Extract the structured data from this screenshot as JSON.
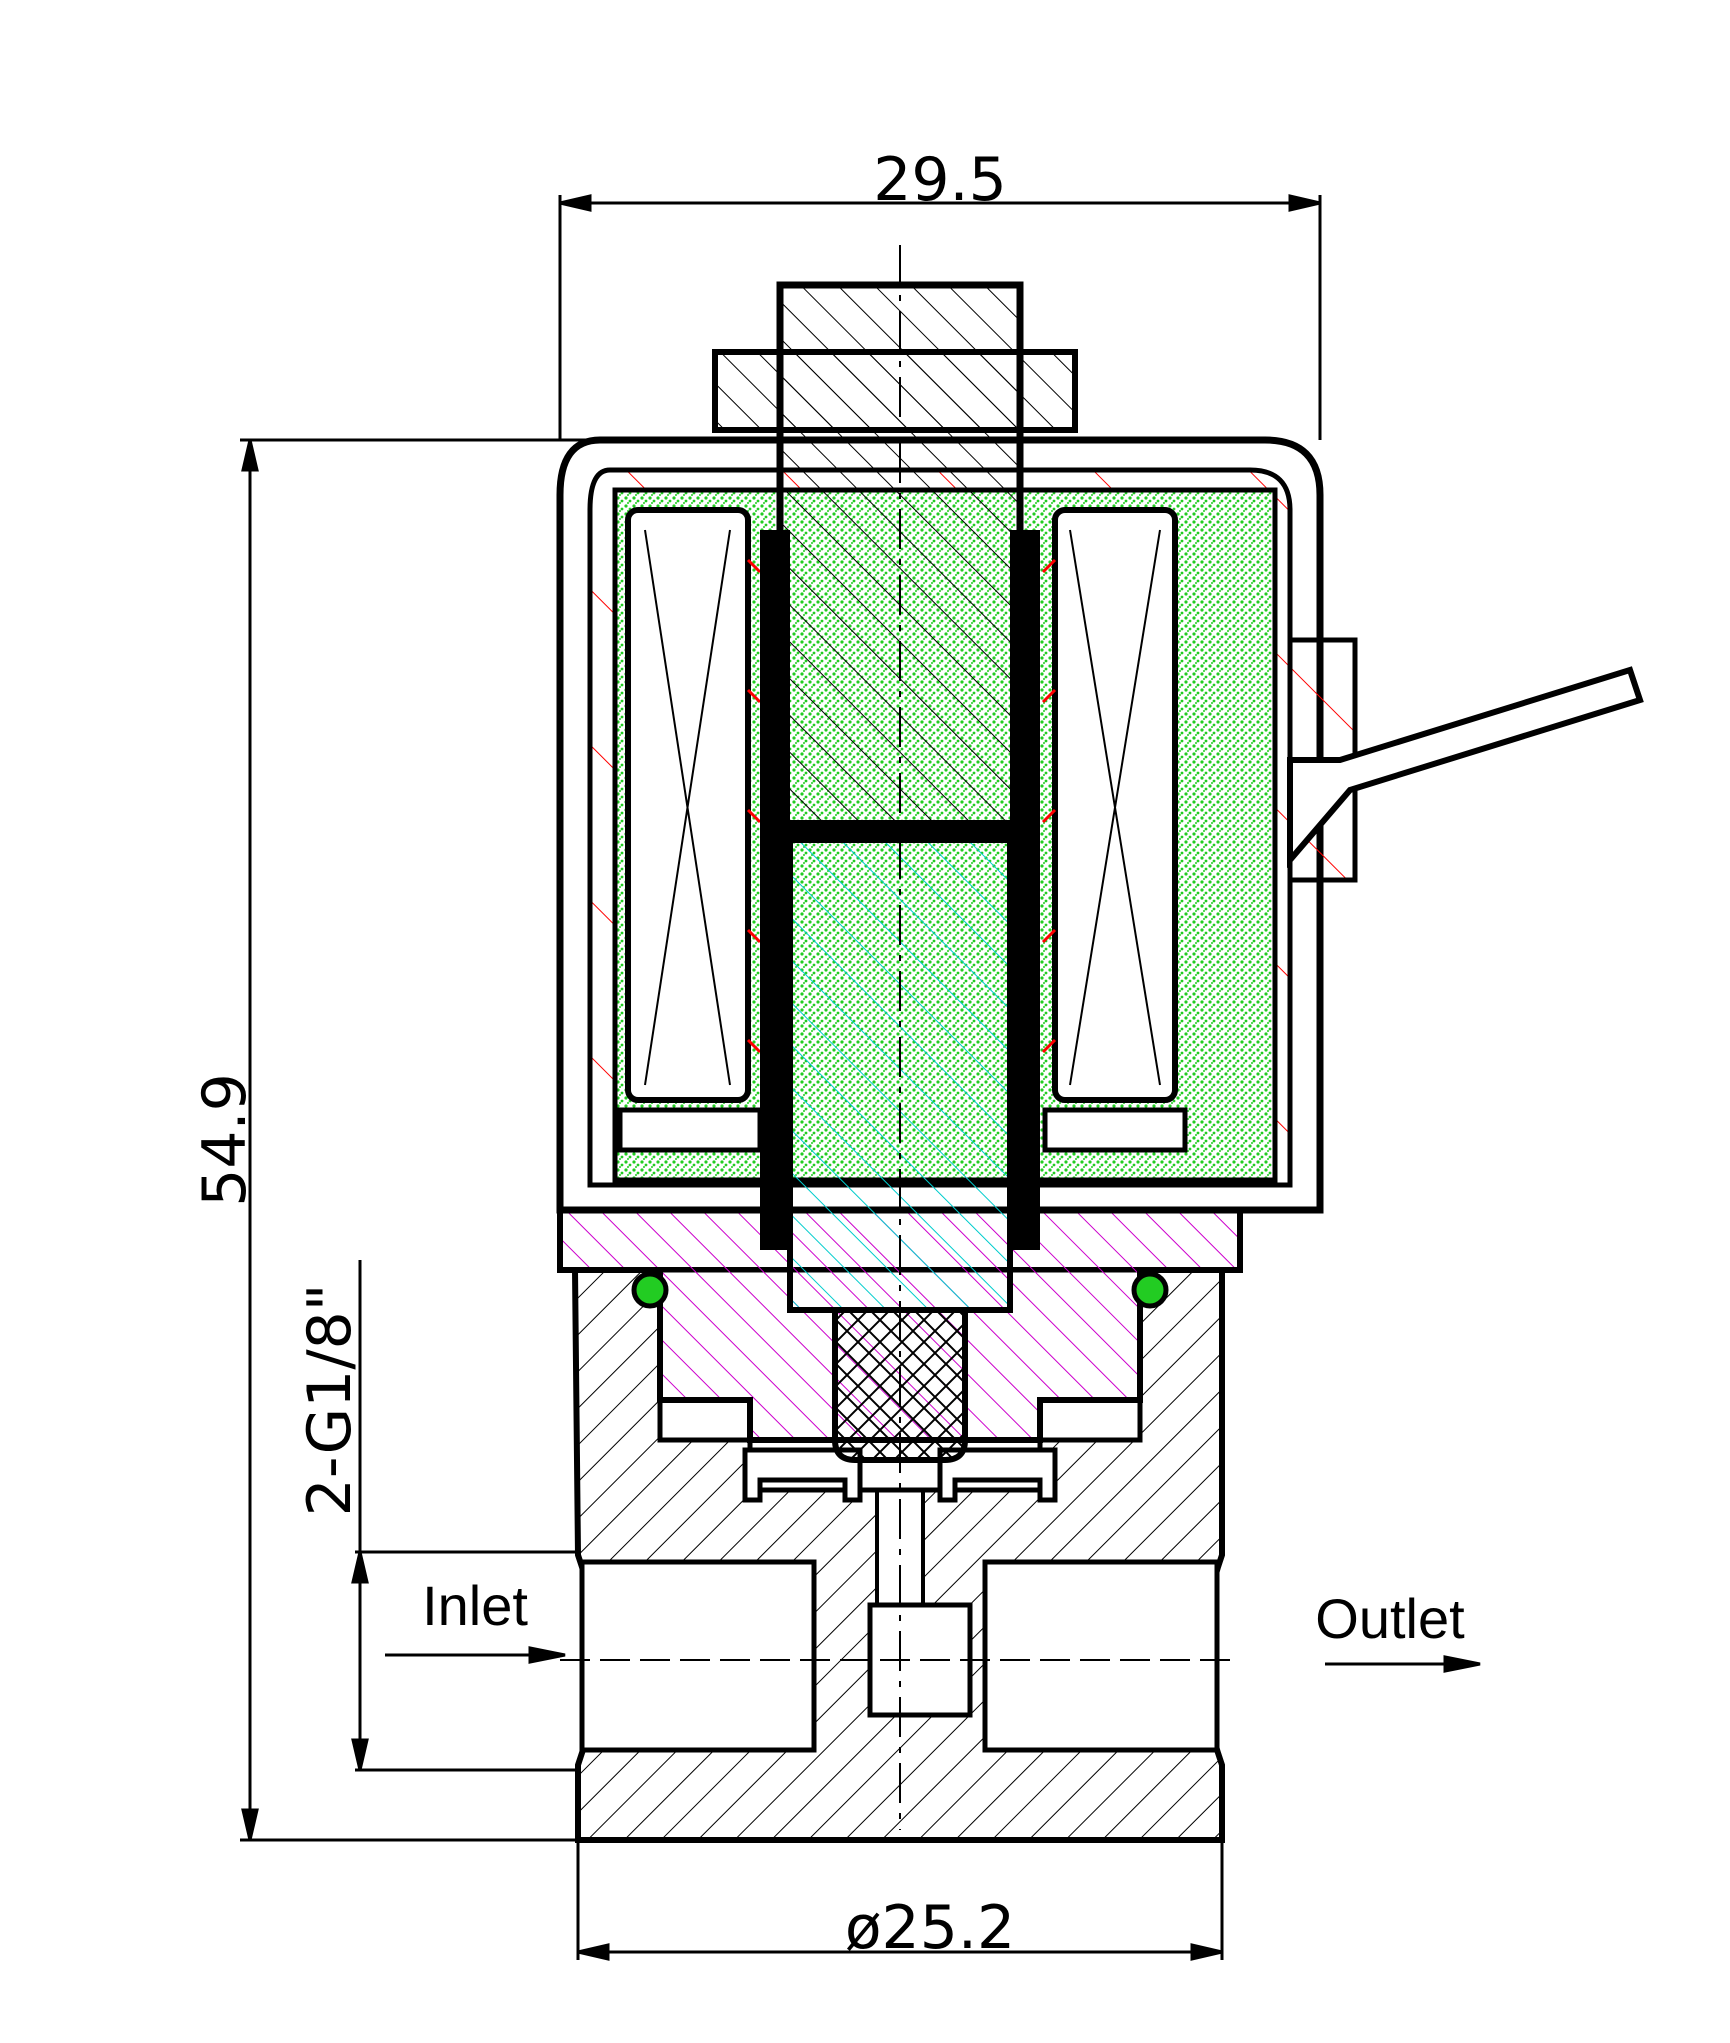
{
  "dimensions": {
    "width_top": "29.5",
    "height_total": "54.9",
    "port_thread": "2-G1/8\"",
    "diameter_bottom": "ø25.2"
  },
  "flow": {
    "inlet_label": "Inlet",
    "outlet_label": "Outlet"
  },
  "colors": {
    "outline": "#000000",
    "coil_fill": "#22cc22",
    "housing_hatch": "#ff0000",
    "plunger_hatch": "#00cccc",
    "seal_hatch": "#cc00cc",
    "coil_marker": "#ff0000"
  }
}
